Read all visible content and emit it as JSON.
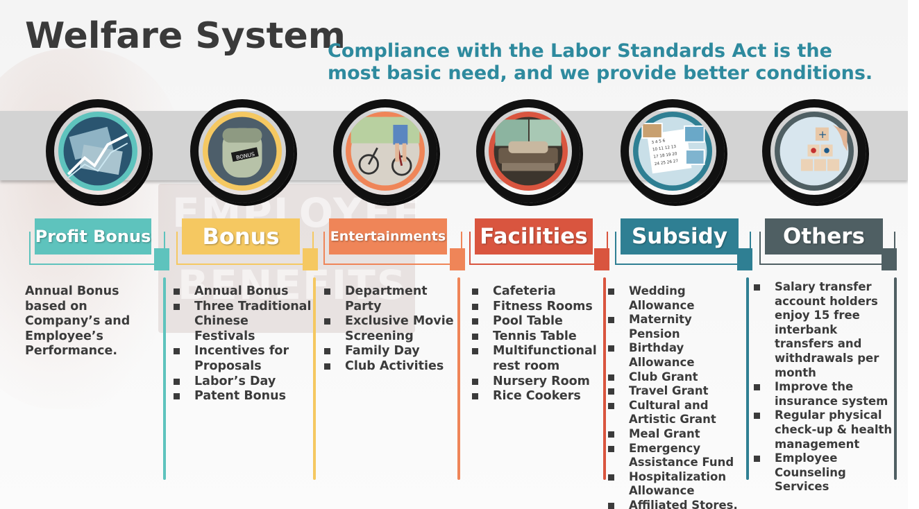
{
  "title": "Welfare System",
  "subtitle": "Compliance with the Labor Standards Act is the most basic need, and we provide better conditions.",
  "background_words": [
    "EMPLOYEE",
    "BENEFITS"
  ],
  "colors": {
    "teal": "#5ec3bd",
    "yellow": "#f5c861",
    "salmon": "#ef8558",
    "red": "#d9553f",
    "petrol": "#2f7f93",
    "slate": "#4f5f63",
    "title": "#3a3a3a",
    "subtitle": "#2e8a9e"
  },
  "categories": [
    {
      "label": "Profit Bonus",
      "icon": "chart-money-icon",
      "text": "Annual Bonus based on Company’s and Employee’s Performance."
    },
    {
      "label": "Bonus",
      "icon": "money-roll-icon",
      "items": [
        "Annual Bonus",
        "Three Traditional Chinese Festivals",
        "Incentives for Proposals",
        "Labor’s Day",
        "Patent Bonus"
      ]
    },
    {
      "label": "Entertainments",
      "icon": "bicycle-icon",
      "items": [
        "Department Party",
        "Exclusive Movie Screening",
        "Family Day",
        "Club Activities"
      ]
    },
    {
      "label": "Facilities",
      "icon": "lounge-room-icon",
      "items": [
        "Cafeteria",
        "Fitness Rooms",
        "Pool Table",
        "Tennis Table",
        "Multifunctional rest room",
        "Nursery Room",
        "Rice Cookers"
      ]
    },
    {
      "label": "Subsidy",
      "icon": "calendar-photos-icon",
      "items": [
        "Wedding Allowance",
        "Maternity Pension",
        "Birthday Allowance",
        "Club Grant",
        "Travel Grant",
        "Cultural and Artistic Grant",
        "Meal Grant",
        "Emergency Assistance Fund",
        "Hospitalization Allowance",
        "Affiliated Stores."
      ]
    },
    {
      "label": "Others",
      "icon": "health-blocks-icon",
      "items": [
        "Salary transfer account holders enjoy 15 free interbank transfers and withdrawals per month",
        "Improve the insurance system",
        "Regular physical check-up & health management",
        "Employee Counseling Services"
      ]
    }
  ]
}
